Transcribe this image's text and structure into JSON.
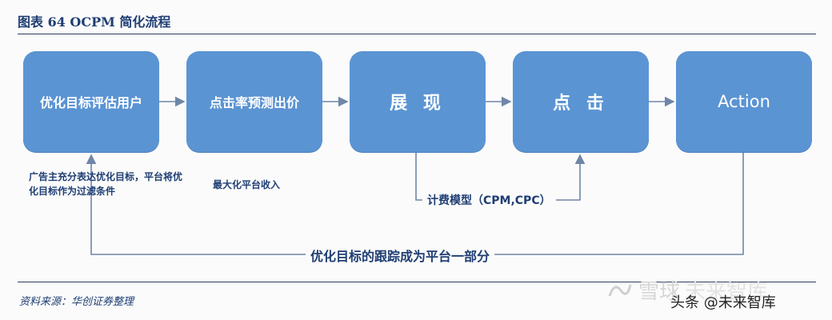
{
  "header": {
    "title": "图表 64 OCPM 简化流程"
  },
  "steps": [
    {
      "label": "优化目标评估用户"
    },
    {
      "label": "点击率预测出价"
    },
    {
      "label": "展 现"
    },
    {
      "label": "点 击"
    },
    {
      "label": "Action"
    }
  ],
  "notes": {
    "advertiser": "广告主充分表达优化目标，平台将优化目标作为过滤条件",
    "maximize": "最大化平台收入"
  },
  "billing_label": "计费模型（CPM,CPC）",
  "tracking_label": "优化目标的跟踪成为平台一部分",
  "footer": {
    "source": "资料来源：华创证券整理"
  },
  "watermark": {
    "logo_text": "雪球",
    "faded_text": "未来智库",
    "credit": "头条 @未来智库"
  },
  "colors": {
    "box_fill": "#5b94d3",
    "connector": "#6f86a8",
    "text": "#1f3e73"
  }
}
